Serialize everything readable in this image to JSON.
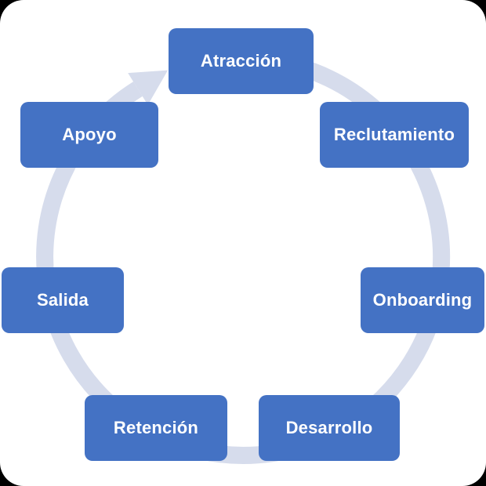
{
  "diagram": {
    "type": "cycle",
    "direction": "clockwise",
    "ring_color": "#D6DCEC",
    "node_color": "#4472C4",
    "node_text_color": "#FFFFFF",
    "background_color": "#FFFFFF",
    "nodes": [
      {
        "label": "Atracción",
        "position": "top"
      },
      {
        "label": "Reclutamiento",
        "position": "upper-right"
      },
      {
        "label": "Onboarding",
        "position": "right"
      },
      {
        "label": "Desarrollo",
        "position": "bottom-right"
      },
      {
        "label": "Retención",
        "position": "bottom-left"
      },
      {
        "label": "Salida",
        "position": "left"
      },
      {
        "label": "Apoyo",
        "position": "upper-left"
      }
    ]
  }
}
